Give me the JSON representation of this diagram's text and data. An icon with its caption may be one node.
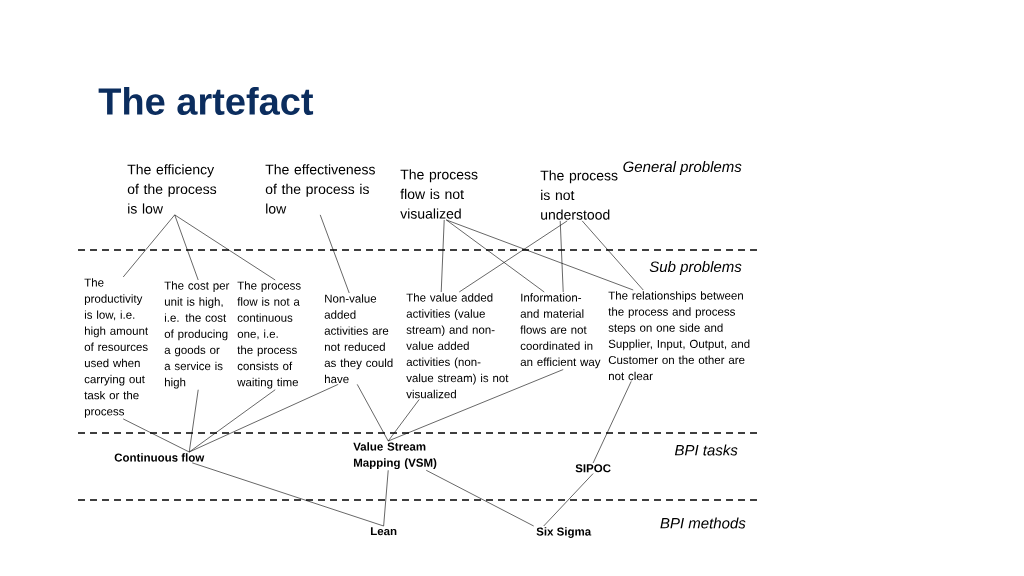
{
  "diagram": {
    "title": "The artefact",
    "nodes": [
      {
        "text": [
          "The efficiency of the process is low"
        ]
      },
      {
        "text": [
          "The effectiveness of the process is low"
        ]
      },
      {
        "text": [
          "The process flow is not visualized"
        ]
      },
      {
        "text": [
          "The process is not understood"
        ]
      },
      {
        "text": [
          "The productivity is low, i.e. high amount of resources used when carrying out task or the process"
        ]
      },
      {
        "text": [
          "The cost per unit is high, i.e. the cost of producing a goods or a service is high"
        ]
      },
      {
        "text": [
          "The process flow is not a continuous one, i.e. the process consists of waiting time"
        ]
      },
      {
        "text": [
          "Non-value added activities are not reduced as they could have"
        ]
      },
      {
        "text": [
          "The value added activities (value stream) and non-value added activities (non-value stream) is not visualized"
        ]
      },
      {
        "text": [
          "Information- and material flows are not coordinated in an efficient way"
        ]
      },
      {
        "text": [
          "The relationships between the process and process steps on one side and Supplier, Input, Output, and Customer on the other are not clear"
        ]
      },
      {
        "text": [
          "Continuous flow"
        ]
      },
      {
        "text": [
          "Value Stream Mapping (VSM)"
        ]
      },
      {
        "text": [
          "SIPOC"
        ]
      },
      {
        "text": [
          "Lean"
        ]
      },
      {
        "text": [
          "Six Sigma"
        ]
      }
    ],
    "edges": [
      {
        "from": 0,
        "to": 4,
        "arrow": "none"
      },
      {
        "from": 0,
        "to": 5,
        "arrow": "none"
      },
      {
        "from": 0,
        "to": 6,
        "arrow": "none"
      },
      {
        "from": 1,
        "to": 7,
        "arrow": "none"
      },
      {
        "from": 2,
        "to": 8,
        "arrow": "none"
      },
      {
        "from": 2,
        "to": 9,
        "arrow": "none"
      },
      {
        "from": 2,
        "to": 10,
        "arrow": "none"
      },
      {
        "from": 3,
        "to": 8,
        "arrow": "none"
      },
      {
        "from": 3,
        "to": 9,
        "arrow": "none"
      },
      {
        "from": 3,
        "to": 10,
        "arrow": "none"
      },
      {
        "from": 4,
        "to": 11,
        "arrow": "none"
      },
      {
        "from": 5,
        "to": 11,
        "arrow": "none"
      },
      {
        "from": 6,
        "to": 11,
        "arrow": "none"
      },
      {
        "from": 7,
        "to": 11,
        "arrow": "none"
      },
      {
        "from": 7,
        "to": 12,
        "arrow": "none"
      },
      {
        "from": 8,
        "to": 12,
        "arrow": "none"
      },
      {
        "from": 9,
        "to": 12,
        "arrow": "none"
      },
      {
        "from": 10,
        "to": 13,
        "arrow": "none"
      },
      {
        "from": 11,
        "to": 14,
        "arrow": "none"
      },
      {
        "from": 12,
        "to": 14,
        "arrow": "none"
      },
      {
        "from": 12,
        "to": 15,
        "arrow": "none"
      },
      {
        "from": 13,
        "to": 15,
        "arrow": "none"
      }
    ],
    "labels": [
      "General problems",
      "Sub problems",
      "BPI tasks",
      "BPI methods"
    ]
  }
}
